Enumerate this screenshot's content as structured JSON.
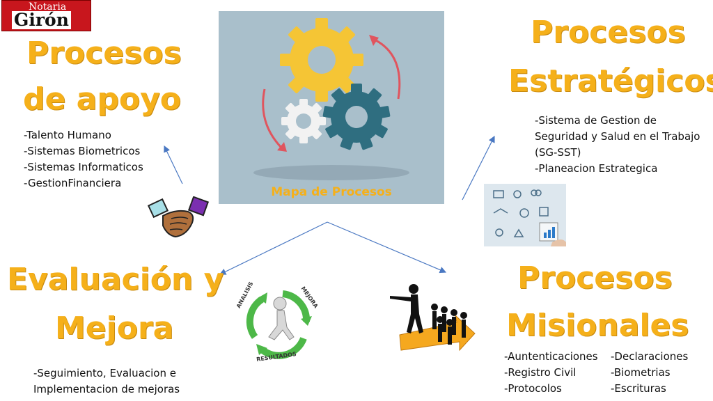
{
  "logo": {
    "line1": "Notaria",
    "line2": "Girón"
  },
  "center": {
    "title": "Mapa de Procesos"
  },
  "apoyo": {
    "title_line1": "Procesos",
    "title_line2": "de apoyo",
    "items": [
      "-Talento Humano",
      "-Sistemas Biometricos",
      "-Sistemas Informaticos",
      "-GestionFinanciera"
    ]
  },
  "estrategicos": {
    "title_line1": "Procesos",
    "title_line2": "Estratégicos",
    "items": [
      "-Sistema de Gestion de",
      "Seguridad y Salud en el Trabajo",
      "(SG-SST)",
      "-Planeacion Estrategica"
    ]
  },
  "evaluacion": {
    "title_line1": "Evaluación y",
    "title_line2": "Mejora",
    "items": [
      "-Seguimiento, Evaluacion e",
      "Implementacion de mejoras"
    ],
    "graphic_labels": {
      "top_left": "ANALISIS",
      "top_right": "MEJORA",
      "bottom": "RESULTADOS"
    }
  },
  "misionales": {
    "title_line1": "Procesos",
    "title_line2": "Misionales",
    "col1": [
      "-Auntenticaciones",
      "-Registro Civil",
      "-Protocolos"
    ],
    "col2": [
      "-Declaraciones",
      "-Biometrias",
      "-Escrituras"
    ]
  },
  "colors": {
    "accent": "#F5B01A",
    "arrow": "#4A78C2",
    "panel": "#A9BFCB",
    "gear_yellow": "#F5C535",
    "gear_teal": "#2F6E80"
  },
  "icons": [
    "gears-icon",
    "handshake-icon",
    "business-puzzle-icon",
    "cycle-arrows-icon",
    "leader-arrow-icon"
  ]
}
